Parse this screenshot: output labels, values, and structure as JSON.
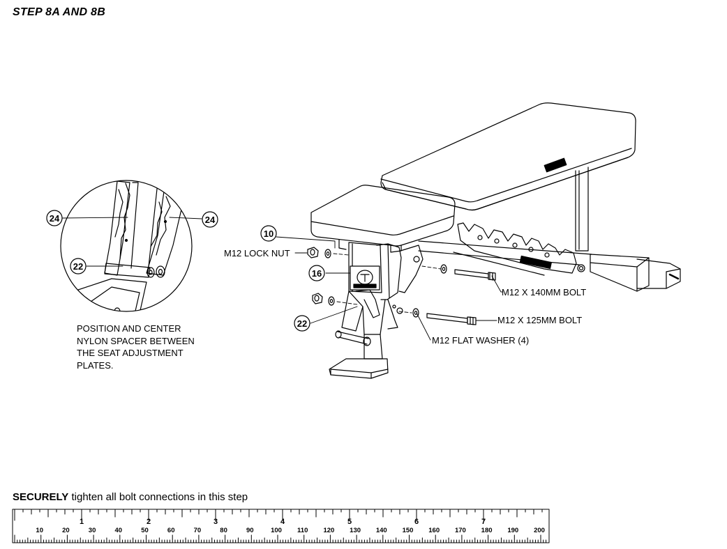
{
  "title": "STEP 8A AND 8B",
  "callouts": {
    "c10": "10",
    "c16": "16",
    "c22_main": "22",
    "c22_detail": "22",
    "c24_left": "24",
    "c24_right": "24"
  },
  "labels": {
    "lock_nut": "M12 LOCK NUT",
    "bolt_140": "M12 X 140MM BOLT",
    "bolt_125": "M12 X 125MM BOLT",
    "flat_washer": "M12 FLAT WASHER (4)"
  },
  "note_lines": [
    "POSITION AND CENTER",
    "NYLON SPACER BETWEEN",
    "THE SEAT ADJUSTMENT",
    "PLATES."
  ],
  "footer": {
    "bold": "SECURELY",
    "rest": " tighten all bolt connections in this step"
  },
  "ruler": {
    "inch_labels": [
      "1",
      "2",
      "3",
      "4",
      "5",
      "6",
      "7"
    ],
    "mm_labels": [
      "10",
      "20",
      "30",
      "40",
      "50",
      "60",
      "70",
      "80",
      "90",
      "100",
      "110",
      "120",
      "130",
      "140",
      "150",
      "160",
      "170",
      "180",
      "190",
      "200"
    ]
  }
}
